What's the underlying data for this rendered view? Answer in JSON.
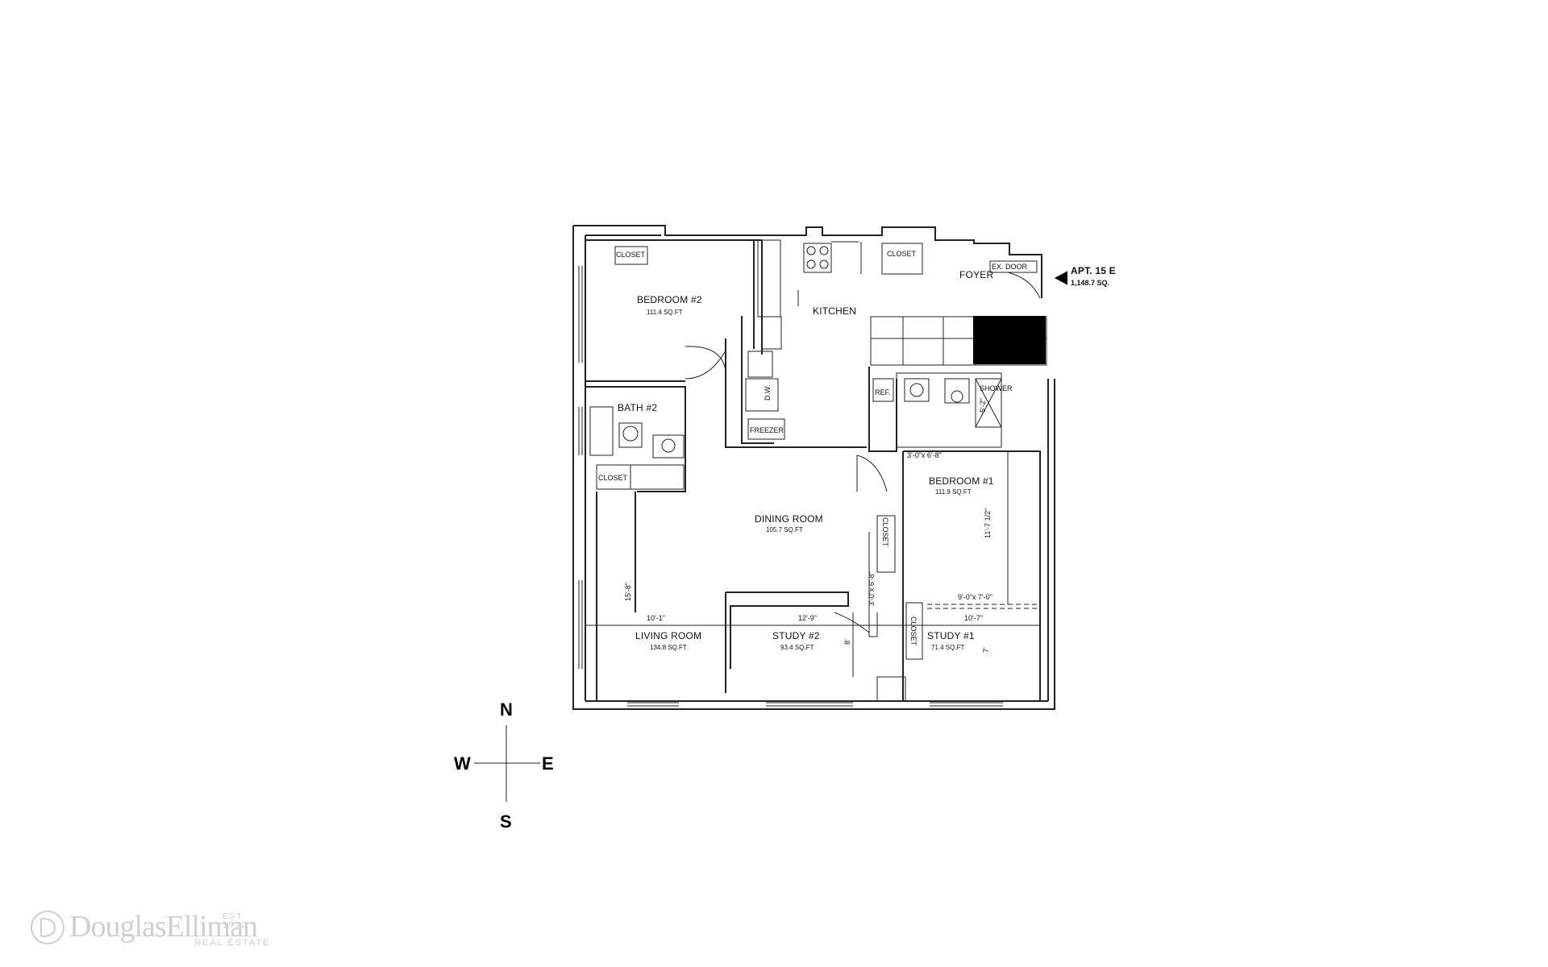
{
  "unit": {
    "label": "APT. 15 E",
    "area": "1,148.7 SQ."
  },
  "rooms": {
    "bedroom2": {
      "name": "BEDROOM  #2",
      "area": "111.4 SQ.FT"
    },
    "kitchen": {
      "name": "KITCHEN"
    },
    "foyer": {
      "name": "FOYER"
    },
    "ex_door": {
      "name": "EX. DOOR"
    },
    "bath2": {
      "name": "BATH #2"
    },
    "dining": {
      "name": "DINING ROOM",
      "area": "105.7 SQ.FT"
    },
    "bedroom1": {
      "name": "BEDROOM #1",
      "area": "111.9 SQ.FT"
    },
    "living": {
      "name": "LIVING ROOM",
      "area": "134.8 SQ.FT"
    },
    "study2": {
      "name": "STUDY #2",
      "area": "93.4 SQ.FT"
    },
    "study1": {
      "name": "STUDY #1",
      "area": "71.4 SQ.FT"
    }
  },
  "fixtures": {
    "closet_bed2": "CLOSET",
    "closet_kitchen": "CLOSET",
    "closet_bath": "CLOSET",
    "closet_dining": "CLOSET",
    "closet_study": "CLOSET",
    "dw": "D.W.",
    "freezer": "FREEZER",
    "ref": "REF.",
    "shower": "SHOWER"
  },
  "dimensions": {
    "bath1_door": "3'-0\"x 6'-8\"",
    "bed1_width": "11'-7 1/2\"",
    "bed1_closet": "9'-0\"x 7'-0\"",
    "bed1_depth": "10'-7\"",
    "study1_height": "7'",
    "living_height": "15'-8\"",
    "living_width": "10'-1\"",
    "study2_width": "12'-9\"",
    "study2_height": "8'",
    "dining_closet": "3'-0\"x 6'-8\"",
    "shower_size": "5'-2\""
  },
  "compass": {
    "n": "N",
    "w": "W",
    "e": "E",
    "s": "S"
  },
  "brand": {
    "name": "DouglasElliman",
    "established": "EST. 1911",
    "sub": "REAL ESTATE"
  }
}
